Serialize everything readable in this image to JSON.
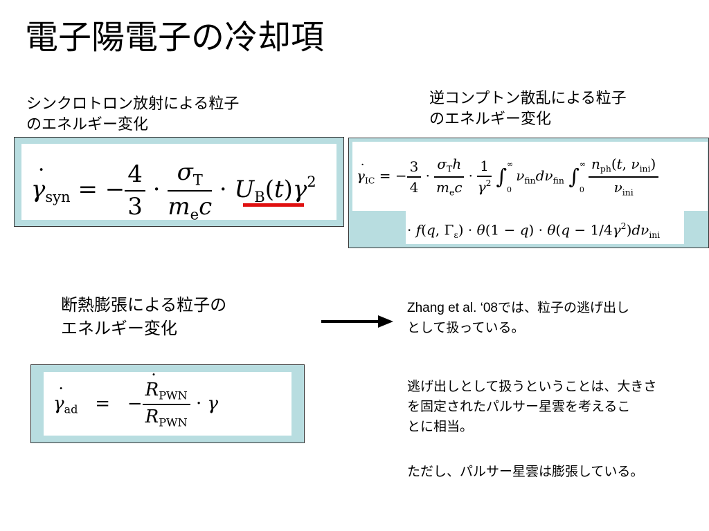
{
  "slide": {
    "title": "電子陽電子の冷却項",
    "syn_label_line1": "シンクロトロン放射による粒子",
    "syn_label_line2": "のエネルギー変化",
    "ic_label_line1": "逆コンプトン散乱による粒子",
    "ic_label_line2": "のエネルギー変化",
    "ad_label_line1": "断熱膨張による粒子の",
    "ad_label_line2": "エネルギー変化",
    "note1_line1": "Zhang et al. ‘08では、粒子の逃げ出し",
    "note1_line2": "として扱っている。",
    "note2_line1": "逃げ出しとして扱うということは、大きさ",
    "note2_line2": "を固定されたパルサー星雲を考えるこ",
    "note2_line3": "とに相当。",
    "note3": "ただし、パルサー星雲は膨張している。"
  },
  "colors": {
    "box_fill": "#b8dde0",
    "underline": "#e01010"
  },
  "icons": {
    "arrow": "right-arrow-icon"
  }
}
